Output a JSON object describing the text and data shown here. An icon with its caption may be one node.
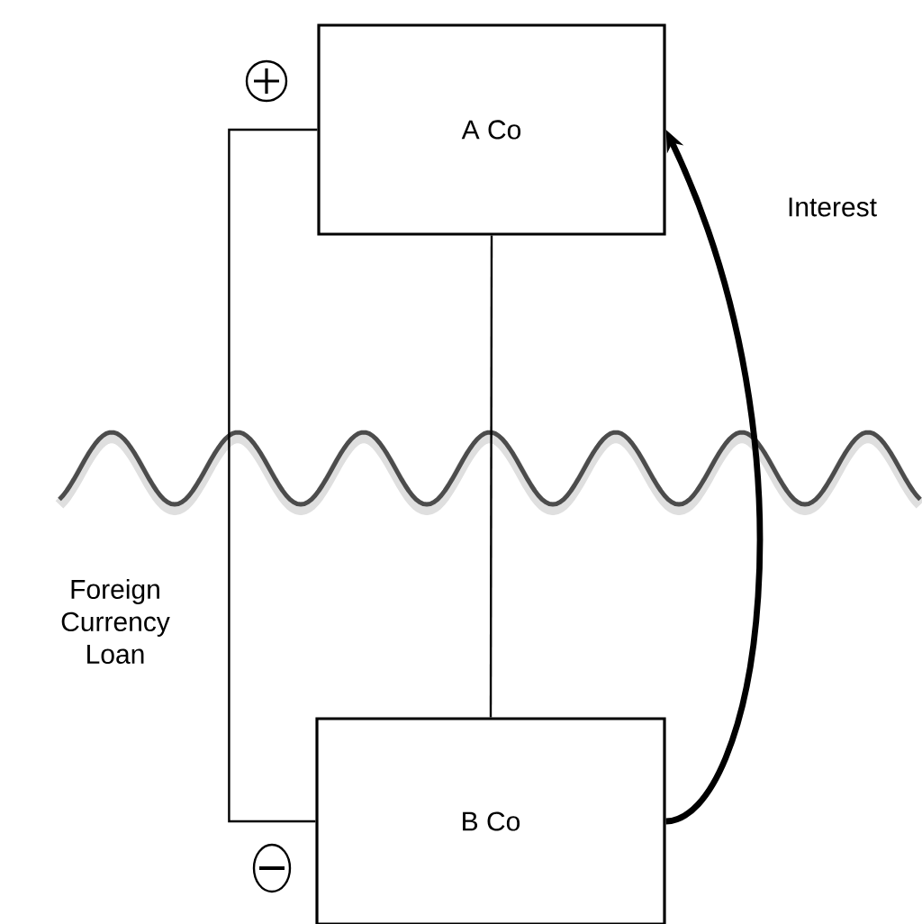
{
  "diagram": {
    "nodes": [
      {
        "text": [
          "A Co"
        ]
      },
      {
        "text": [
          "B Co"
        ]
      }
    ],
    "edges": [
      {
        "from": 0,
        "to": 1,
        "arrow": "none"
      },
      {
        "from": 0,
        "to": 1,
        "arrow": "none",
        "label": "Foreign Currency Loan"
      },
      {
        "from": 1,
        "to": 0,
        "arrow": "to",
        "label": "Interest",
        "style": "thick"
      }
    ]
  }
}
